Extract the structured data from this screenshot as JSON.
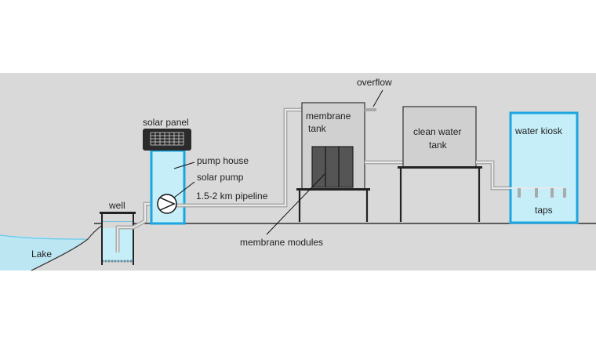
{
  "labels": {
    "lake": "Lake",
    "well": "well",
    "solar_panel": "solar panel",
    "pump_house": "pump house",
    "solar_pump": "solar pump",
    "pipeline": "1.5-2 km pipeline",
    "membrane_tank_line1": "membrane",
    "membrane_tank_line2": "tank",
    "membrane_modules": "membrane modules",
    "overflow": "overflow",
    "clean_water_tank_line1": "clean water",
    "clean_water_tank_line2": "tank",
    "water_kiosk": "water kiosk",
    "taps": "taps"
  },
  "colors": {
    "background": "#d9d9d9",
    "water_light": "#c5eef8",
    "water_border": "#1aa6e0",
    "tank_fill": "#d0d0d0",
    "pipe": "#bdbdbd",
    "panel": "#2b2b2b",
    "module": "#5a5a5a"
  }
}
